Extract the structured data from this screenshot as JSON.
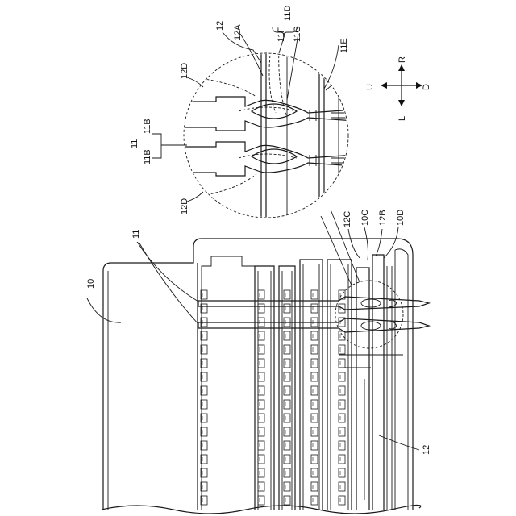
{
  "labels": {
    "ref_10": "10",
    "ref_11_top": "11",
    "ref_11_side": "11",
    "ref_11B_a": "11B",
    "ref_11B_b": "11B",
    "ref_12_top": "12",
    "ref_12A": "12A",
    "ref_11F": "11F",
    "ref_11G": "11G",
    "ref_11D": "11D",
    "ref_11E": "11E",
    "ref_12D_top": "12D",
    "ref_12D_bottom": "12D",
    "ref_12C": "12C",
    "ref_10C": "10C",
    "ref_12B": "12B",
    "ref_10D": "10D",
    "ref_12_bottom": "12"
  },
  "directions": {
    "up": "U",
    "down": "D",
    "left": "L",
    "right": "R"
  }
}
